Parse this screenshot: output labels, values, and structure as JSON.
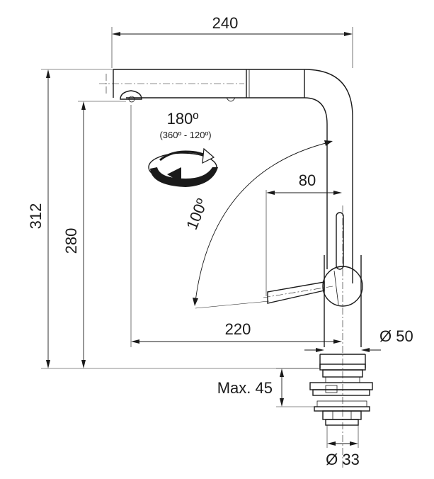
{
  "dimensions": {
    "overall_width": "240",
    "overall_height": "312",
    "spout_height": "280",
    "spout_reach": "220",
    "lever_reach": "80",
    "base_diameter": "Ø 50",
    "hole_diameter": "Ø 33",
    "max_thickness": "Max. 45"
  },
  "rotation": {
    "swivel_angle": "180º",
    "swivel_range": "(360º - 120º)",
    "lever_angle": "100º"
  }
}
